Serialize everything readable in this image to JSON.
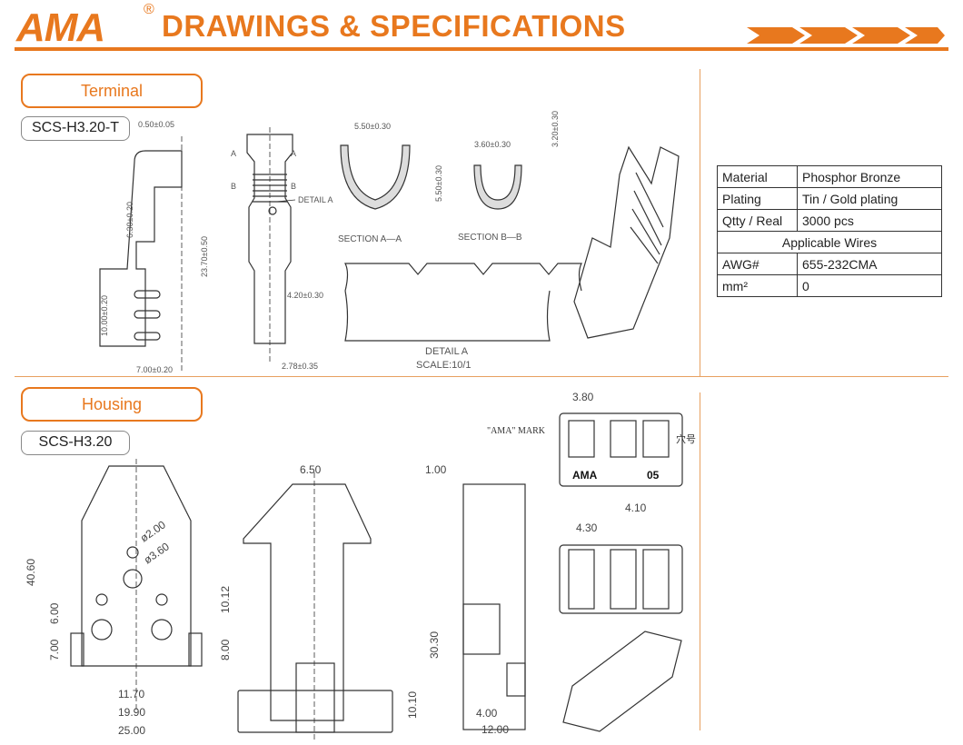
{
  "header": {
    "logo": "AMA",
    "reg_mark": "®",
    "title": "DRAWINGS & SPECIFICATIONS"
  },
  "terminal": {
    "section_label": "Terminal",
    "part_number": "SCS-H3.20-T",
    "dims": {
      "d1": "0.50±0.05",
      "d2": "6.30±0.20",
      "d3": "23.70±0.50",
      "d4": "10.00±0.20",
      "d5": "7.00±0.20",
      "d6": "4.20±0.30",
      "d7": "2.78±0.35",
      "d8": "5.50±0.30",
      "d9": "5.50±0.30",
      "d10": "3.60±0.30",
      "d11": "3.20±0.30"
    },
    "labels": {
      "a1": "A",
      "a2": "A",
      "b1": "B",
      "b2": "B",
      "detail_ref": "DETAIL A",
      "section_aa": "SECTION A—A",
      "section_bb": "SECTION B—B",
      "detail_title": "DETAIL A",
      "detail_scale": "SCALE:10/1"
    }
  },
  "spec_table": {
    "material_label": "Material",
    "material_value": "Phosphor Bronze",
    "plating_label": "Plating",
    "plating_value": "Tin / Gold plating",
    "qty_label": "Qtty / Real",
    "qty_value": "3000 pcs",
    "wires_header": "Applicable Wires",
    "awg_label": "AWG#",
    "awg_value": "655-232CMA",
    "mm_label": "mm²",
    "mm_value": "0"
  },
  "housing": {
    "section_label": "Housing",
    "part_number": "SCS-H3.20",
    "dims": {
      "h1": "40.60",
      "h2": "6.00",
      "h3": "7.00",
      "h4": "11.70",
      "h5": "19.90",
      "h6": "25.00",
      "h7": "10.12",
      "h8": "8.00",
      "h9": "ø2.00",
      "h10": "ø3.60",
      "h11": "6.50",
      "h12": "30.30",
      "h13": "10.10",
      "h14": "1.00",
      "h15": "4.00",
      "h16": "12.00",
      "h17": "3.80",
      "h18": "4.10",
      "h19": "4.30"
    },
    "labels": {
      "mark": "\"AMA\" MARK",
      "hole_no": "穴号",
      "ama_text": "AMA",
      "num_text": "05"
    }
  },
  "colors": {
    "brand": "#e8781e"
  }
}
